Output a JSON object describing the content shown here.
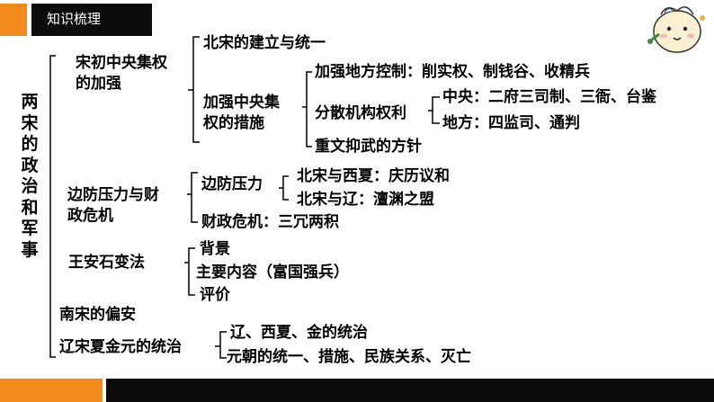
{
  "header": {
    "title": "知识梳理",
    "orange": "#f08a1c",
    "black": "#0b0b0b"
  },
  "decoration": {
    "mascot_icon": "round-face-mascot-icon"
  },
  "root": [
    "两",
    "宋",
    "的",
    "政",
    "治",
    "和",
    "军",
    "事"
  ],
  "sections": {
    "s1": {
      "title_lines": [
        "宋初中央集权",
        "的加强"
      ],
      "beisong": "北宋的建立与统一",
      "measures_title": [
        "加强中央集",
        "权的措施"
      ],
      "local": "加强地方控制：削实权、制钱谷、收精兵",
      "fenquan": "分散机构权利",
      "central": "中央：二府三司制、三衙、台鉴",
      "difang": "地方：四监司、通判",
      "zhongwen": "重文抑武的方针"
    },
    "s2": {
      "title_lines": [
        "边防压力与财",
        "政危机"
      ],
      "pressure": "边防压力",
      "xixia": "北宋与西夏：庆历议和",
      "liao": "北宋与辽：澶渊之盟",
      "crisis": "财政危机：三冗两积"
    },
    "s3": {
      "title": "王安石变法",
      "items": [
        "背景",
        "主要内容（富国强兵）",
        "评价"
      ]
    },
    "s4": {
      "title": "南宋的偏安"
    },
    "s5": {
      "title": "辽宋夏金元的统治",
      "items": [
        "辽、西夏、金的统治",
        "元朝的统一、措施、民族关系、灭亡"
      ]
    }
  }
}
